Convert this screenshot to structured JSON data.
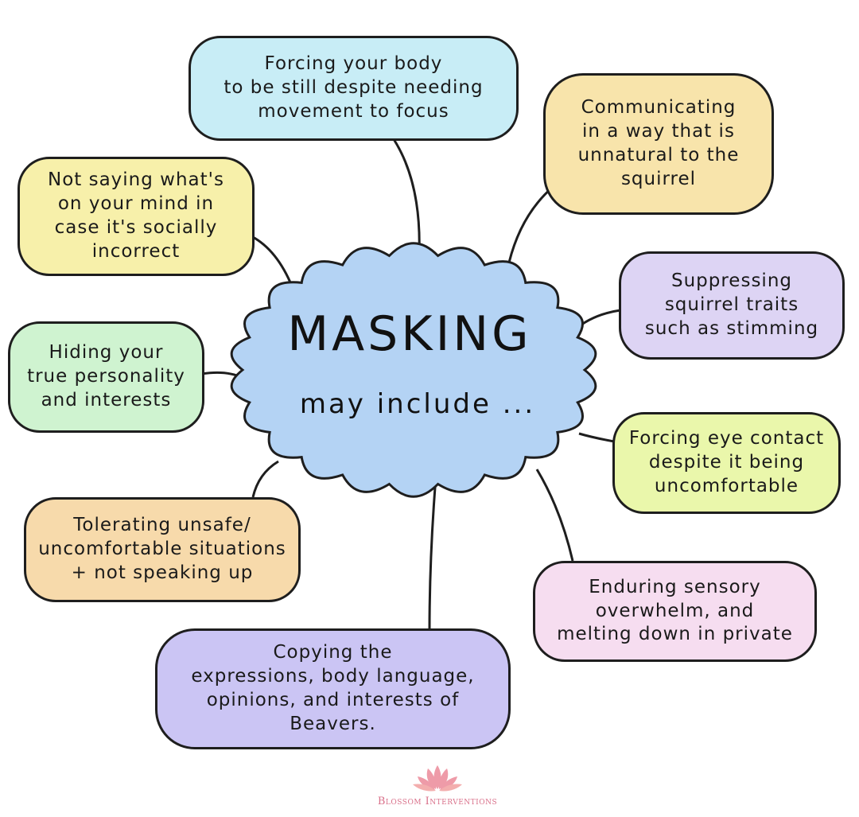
{
  "center": {
    "title": "MASKING",
    "subtitle": "may include ..."
  },
  "items": [
    {
      "text": "Forcing your body\nto be still despite needing\nmovement to focus",
      "color": "#c8edf6"
    },
    {
      "text": "Communicating\nin a way that is\nunnatural to the\nsquirrel",
      "color": "#f8e4ab"
    },
    {
      "text": "Not saying what's\non your mind in\ncase it's socially\nincorrect",
      "color": "#f7f0aa"
    },
    {
      "text": "Suppressing\nsquirrel traits\nsuch as stimming",
      "color": "#ddd4f4"
    },
    {
      "text": "Hiding your\ntrue personality\nand interests",
      "color": "#cff3d0"
    },
    {
      "text": "Forcing eye contact\ndespite it being\nuncomfortable",
      "color": "#eaf7ab"
    },
    {
      "text": "Tolerating unsafe/\nuncomfortable situations\n+ not speaking up",
      "color": "#f7daab"
    },
    {
      "text": "Enduring sensory\noverwhelm, and\nmelting down in private",
      "color": "#f6ddf0"
    },
    {
      "text": "Copying the\nexpressions, body language,\nopinions, and interests of\nBeavers.",
      "color": "#cbc5f4"
    }
  ],
  "cloud_color": "#b4d3f4",
  "logo": {
    "text": "Blossom Interventions",
    "color": "#e8788f"
  }
}
